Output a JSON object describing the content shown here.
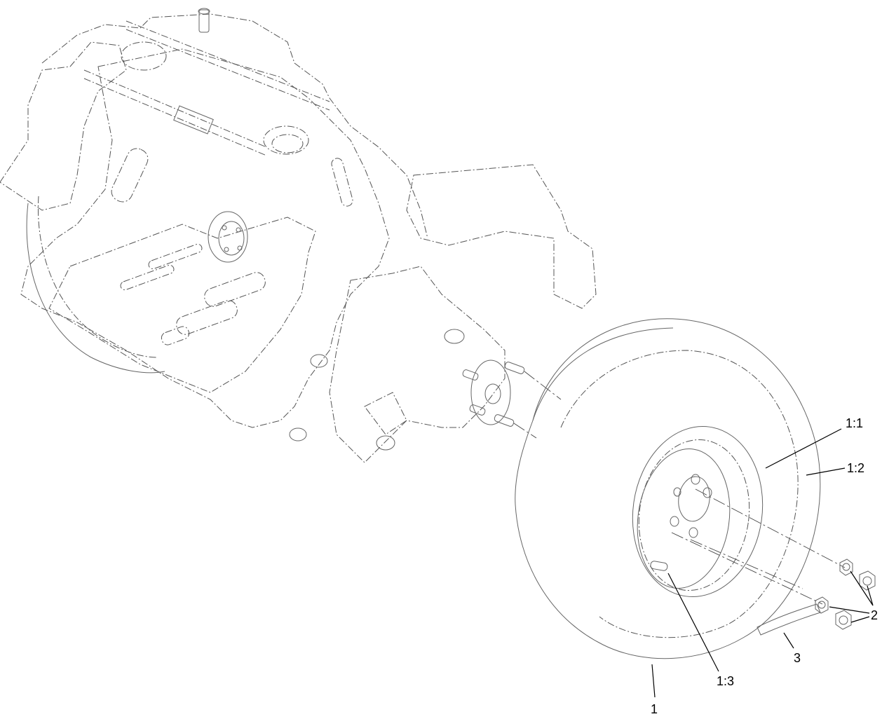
{
  "diagram": {
    "callouts": {
      "part_1": "1",
      "part_1_1": "1:1",
      "part_1_2": "1:2",
      "part_1_3": "1:3",
      "part_2": "2",
      "part_3": "3"
    },
    "colors": {
      "line": "#555555",
      "text": "#000000",
      "background": "#ffffff"
    }
  }
}
